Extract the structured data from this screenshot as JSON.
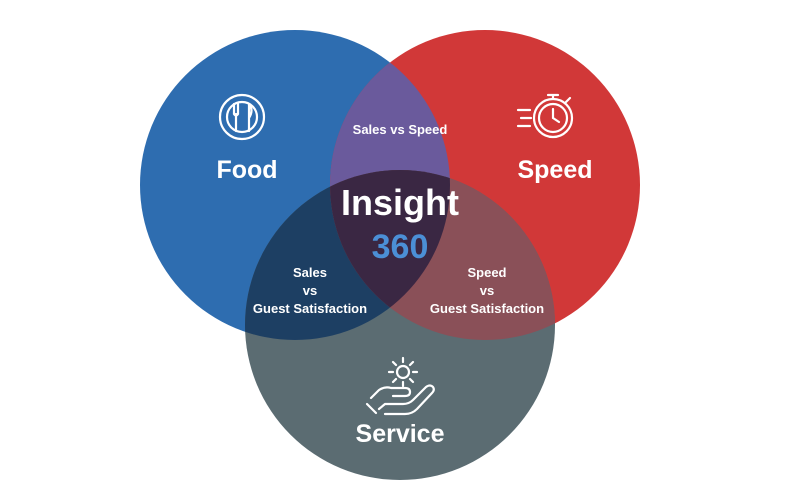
{
  "circles": {
    "food": {
      "label": "Food",
      "color": "#2e6db0",
      "icon": "plate-cutlery-icon"
    },
    "speed": {
      "label": "Speed",
      "color": "#d13838",
      "icon": "stopwatch-icon"
    },
    "service": {
      "label": "Service",
      "color": "#5b6c72",
      "icon": "hand-gear-icon"
    }
  },
  "overlaps": {
    "food_speed": {
      "label": "Sales vs Speed",
      "color": "#6a5a9c"
    },
    "food_service": {
      "lines": [
        "Sales",
        "vs",
        "Guest Satisfaction"
      ],
      "color": "#1d3f63"
    },
    "speed_service": {
      "lines": [
        "Speed",
        "vs",
        "Guest Satisfaction"
      ],
      "color": "#8a5058"
    }
  },
  "center": {
    "title": "Insight",
    "number": "360",
    "color": "#3a2743",
    "number_color": "#4b8fd6"
  }
}
